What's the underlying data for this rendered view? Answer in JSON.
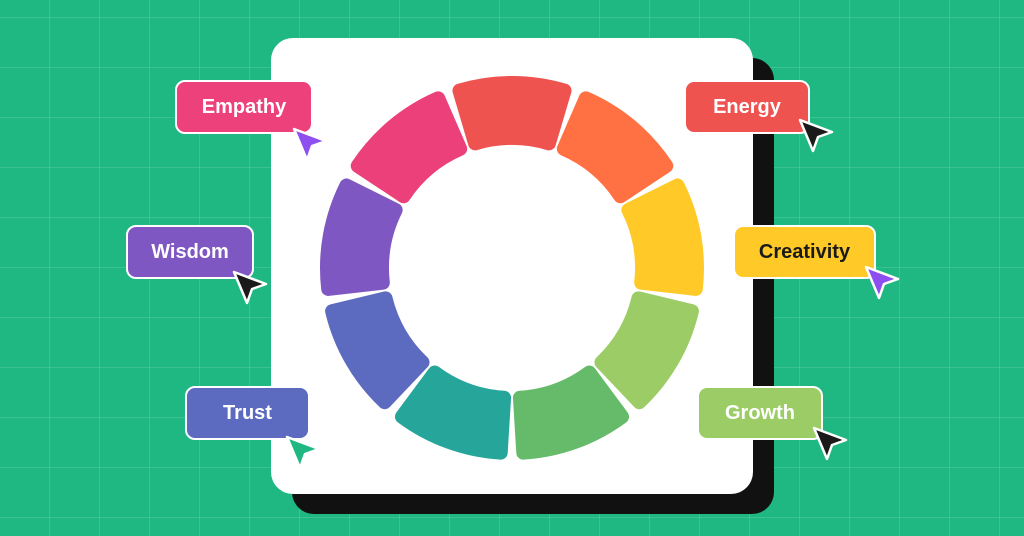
{
  "labels": {
    "empathy": "Empathy",
    "wisdom": "Wisdom",
    "trust": "Trust",
    "energy": "Energy",
    "creativity": "Creativity",
    "growth": "Growth"
  },
  "colors": {
    "background": "#1fb883",
    "empathy": "#ec417a",
    "wisdom": "#7e57c2",
    "trust": "#5c6bc0",
    "energy": "#ef5350",
    "creativity": "#ffca28",
    "growth": "#9ccc65",
    "cursor_purple": "#8e4ff0",
    "cursor_black": "#1a1a1a",
    "cursor_green": "#1fb883"
  },
  "wheel_segment_colors": [
    "#ef5350",
    "#ff7043",
    "#ffca28",
    "#9ccc65",
    "#66bb6a",
    "#26a69a",
    "#5c6bc0",
    "#7e57c2",
    "#ec407a"
  ]
}
